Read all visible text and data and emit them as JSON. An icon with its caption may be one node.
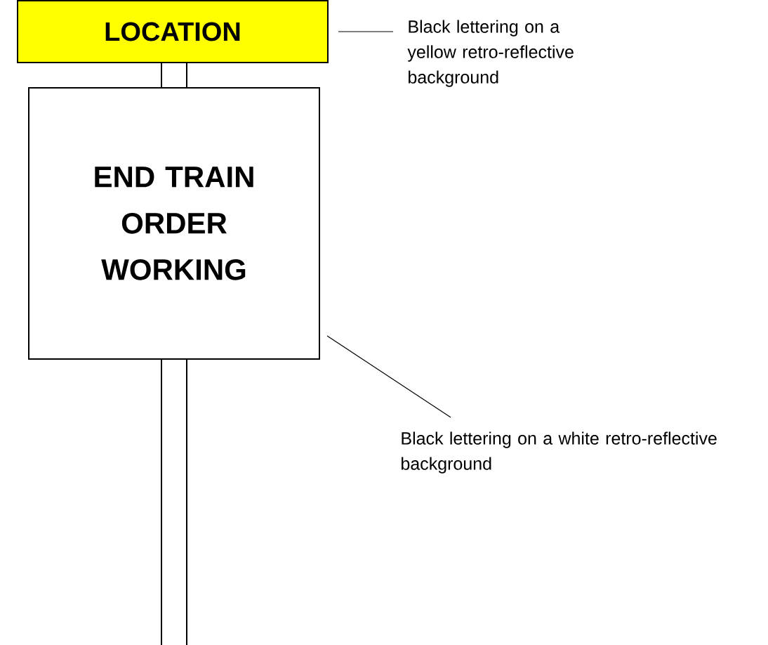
{
  "diagram": {
    "nodes": [
      {
        "text": [
          "LOCATION"
        ]
      },
      {
        "text": [
          "END TRAIN ORDER WORKING"
        ]
      },
      {
        "text": [
          "Black lettering on a yellow retro-reflective background"
        ]
      },
      {
        "text": [
          "Black lettering on a white retro-reflective background"
        ]
      }
    ],
    "edges": [
      {
        "from": 2,
        "to": 0,
        "arrow": "none"
      },
      {
        "from": 3,
        "to": 1,
        "arrow": "none"
      }
    ]
  }
}
